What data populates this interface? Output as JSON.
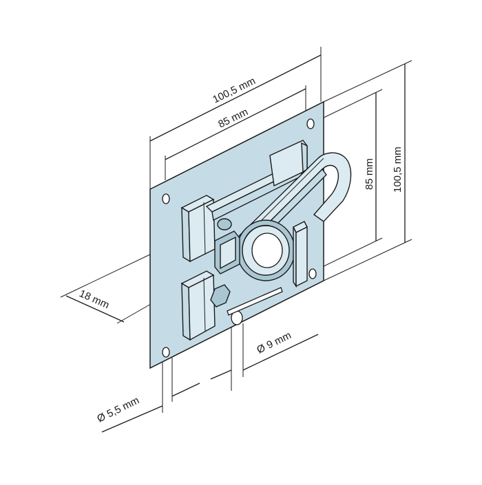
{
  "dimensions": {
    "top_width": "100,5 mm",
    "inner_width": "85 mm",
    "right_height": "100,5 mm",
    "inner_height": "85 mm",
    "depth": "18 mm",
    "hole_large": "Ø 9 mm",
    "hole_small": "Ø 5,5 mm"
  },
  "colors": {
    "plate_fill": "#c5dce6",
    "line": "#1a1a1a",
    "background": "#ffffff"
  }
}
